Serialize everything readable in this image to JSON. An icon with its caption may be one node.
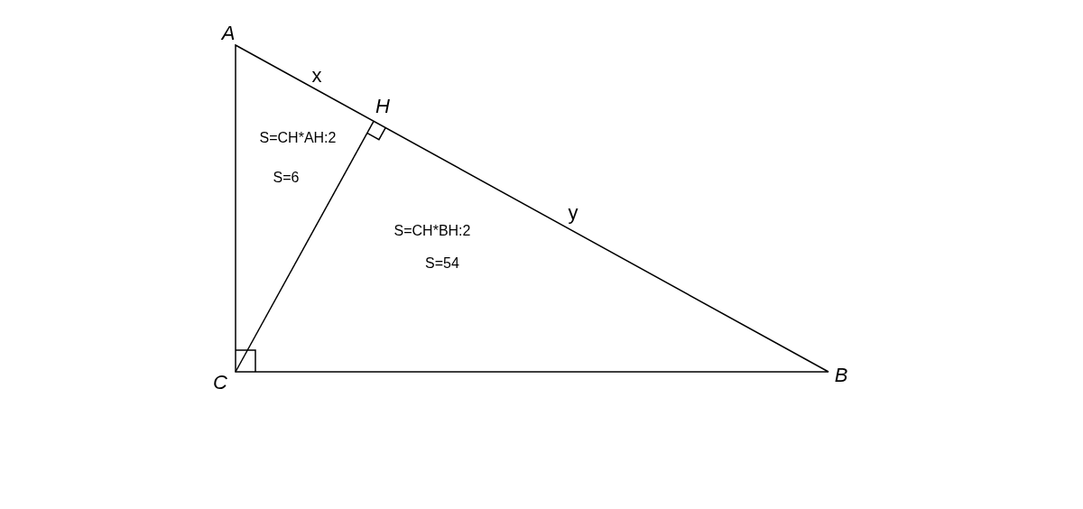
{
  "diagram": {
    "labels": [
      "A",
      "x",
      "H",
      "S=CH*AH:2",
      "S=6",
      "y",
      "S=CH*BH:2",
      "S=54",
      "C",
      "B"
    ]
  }
}
